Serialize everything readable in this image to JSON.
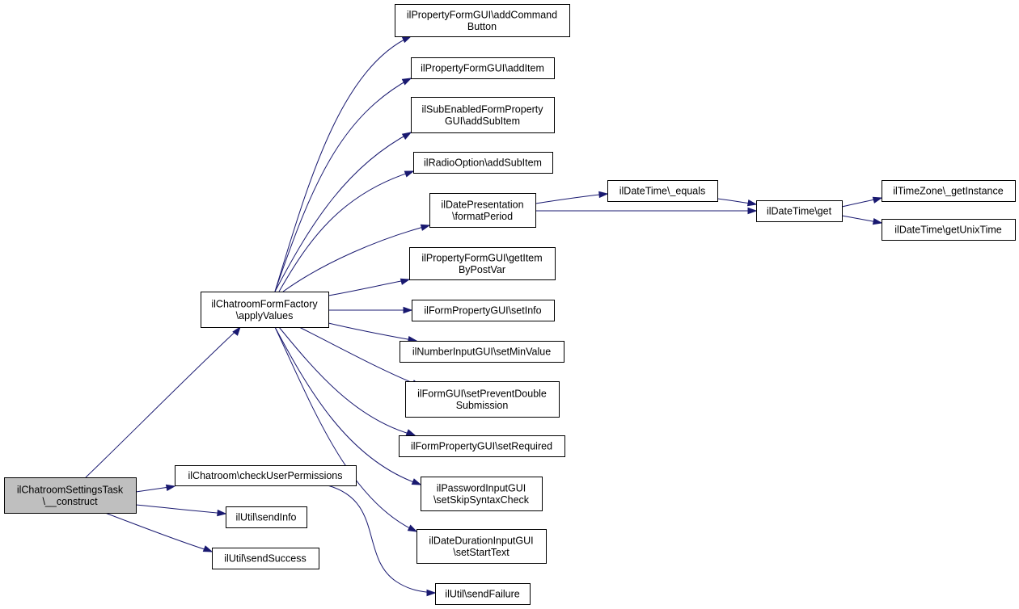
{
  "diagram": {
    "type": "call-graph",
    "root": "construct",
    "nodes": [
      {
        "id": "construct",
        "lines": [
          "ilChatroomSettingsTask",
          "\\__construct"
        ],
        "highlight": true
      },
      {
        "id": "applyValues",
        "lines": [
          "ilChatroomFormFactory",
          "\\applyValues"
        ]
      },
      {
        "id": "checkUserPermissions",
        "lines": [
          "ilChatroom\\checkUserPermissions"
        ]
      },
      {
        "id": "sendInfo",
        "lines": [
          "ilUtil\\sendInfo"
        ]
      },
      {
        "id": "sendSuccess",
        "lines": [
          "ilUtil\\sendSuccess"
        ]
      },
      {
        "id": "sendFailure",
        "lines": [
          "ilUtil\\sendFailure"
        ]
      },
      {
        "id": "addCommandButton",
        "lines": [
          "ilPropertyFormGUI\\addCommand",
          "Button"
        ]
      },
      {
        "id": "addItem",
        "lines": [
          "ilPropertyFormGUI\\addItem"
        ]
      },
      {
        "id": "subEnabledAddSubItem",
        "lines": [
          "ilSubEnabledFormProperty",
          "GUI\\addSubItem"
        ]
      },
      {
        "id": "radioAddSubItem",
        "lines": [
          "ilRadioOption\\addSubItem"
        ]
      },
      {
        "id": "formatPeriod",
        "lines": [
          "ilDatePresentation",
          "\\formatPeriod"
        ]
      },
      {
        "id": "getItemByPostVar",
        "lines": [
          "ilPropertyFormGUI\\getItem",
          "ByPostVar"
        ]
      },
      {
        "id": "setInfo",
        "lines": [
          "ilFormPropertyGUI\\setInfo"
        ]
      },
      {
        "id": "setMinValue",
        "lines": [
          "ilNumberInputGUI\\setMinValue"
        ]
      },
      {
        "id": "setPreventDoubleSubmission",
        "lines": [
          "ilFormGUI\\setPreventDouble",
          "Submission"
        ]
      },
      {
        "id": "setRequired",
        "lines": [
          "ilFormPropertyGUI\\setRequired"
        ]
      },
      {
        "id": "setSkipSyntaxCheck",
        "lines": [
          "ilPasswordInputGUI",
          "\\setSkipSyntaxCheck"
        ]
      },
      {
        "id": "setStartText",
        "lines": [
          "ilDateDurationInputGUI",
          "\\setStartText"
        ]
      },
      {
        "id": "equals",
        "lines": [
          "ilDateTime\\_equals"
        ]
      },
      {
        "id": "get",
        "lines": [
          "ilDateTime\\get"
        ]
      },
      {
        "id": "getInstance",
        "lines": [
          "ilTimeZone\\_getInstance"
        ]
      },
      {
        "id": "getUnixTime",
        "lines": [
          "ilDateTime\\getUnixTime"
        ]
      }
    ],
    "edges": [
      {
        "from": "construct",
        "to": "applyValues"
      },
      {
        "from": "construct",
        "to": "checkUserPermissions"
      },
      {
        "from": "construct",
        "to": "sendInfo"
      },
      {
        "from": "construct",
        "to": "sendSuccess"
      },
      {
        "from": "checkUserPermissions",
        "to": "sendFailure"
      },
      {
        "from": "applyValues",
        "to": "addCommandButton"
      },
      {
        "from": "applyValues",
        "to": "addItem"
      },
      {
        "from": "applyValues",
        "to": "subEnabledAddSubItem"
      },
      {
        "from": "applyValues",
        "to": "radioAddSubItem"
      },
      {
        "from": "applyValues",
        "to": "formatPeriod"
      },
      {
        "from": "applyValues",
        "to": "getItemByPostVar"
      },
      {
        "from": "applyValues",
        "to": "setInfo"
      },
      {
        "from": "applyValues",
        "to": "setMinValue"
      },
      {
        "from": "applyValues",
        "to": "setPreventDoubleSubmission"
      },
      {
        "from": "applyValues",
        "to": "setRequired"
      },
      {
        "from": "applyValues",
        "to": "setSkipSyntaxCheck"
      },
      {
        "from": "applyValues",
        "to": "setStartText"
      },
      {
        "from": "formatPeriod",
        "to": "equals"
      },
      {
        "from": "formatPeriod",
        "to": "get"
      },
      {
        "from": "equals",
        "to": "get"
      },
      {
        "from": "get",
        "to": "getInstance"
      },
      {
        "from": "get",
        "to": "getUnixTime"
      }
    ]
  }
}
